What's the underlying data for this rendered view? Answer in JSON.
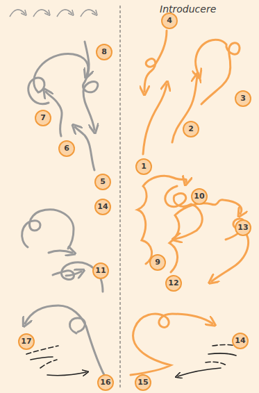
{
  "diagram": {
    "labels": [
      "Introducere",
      "4",
      "8",
      "3",
      "7",
      "2",
      "6",
      "1",
      "5",
      "10",
      "14",
      "9",
      "13",
      "11",
      "12",
      "17",
      "14",
      "16",
      "15"
    ]
  }
}
